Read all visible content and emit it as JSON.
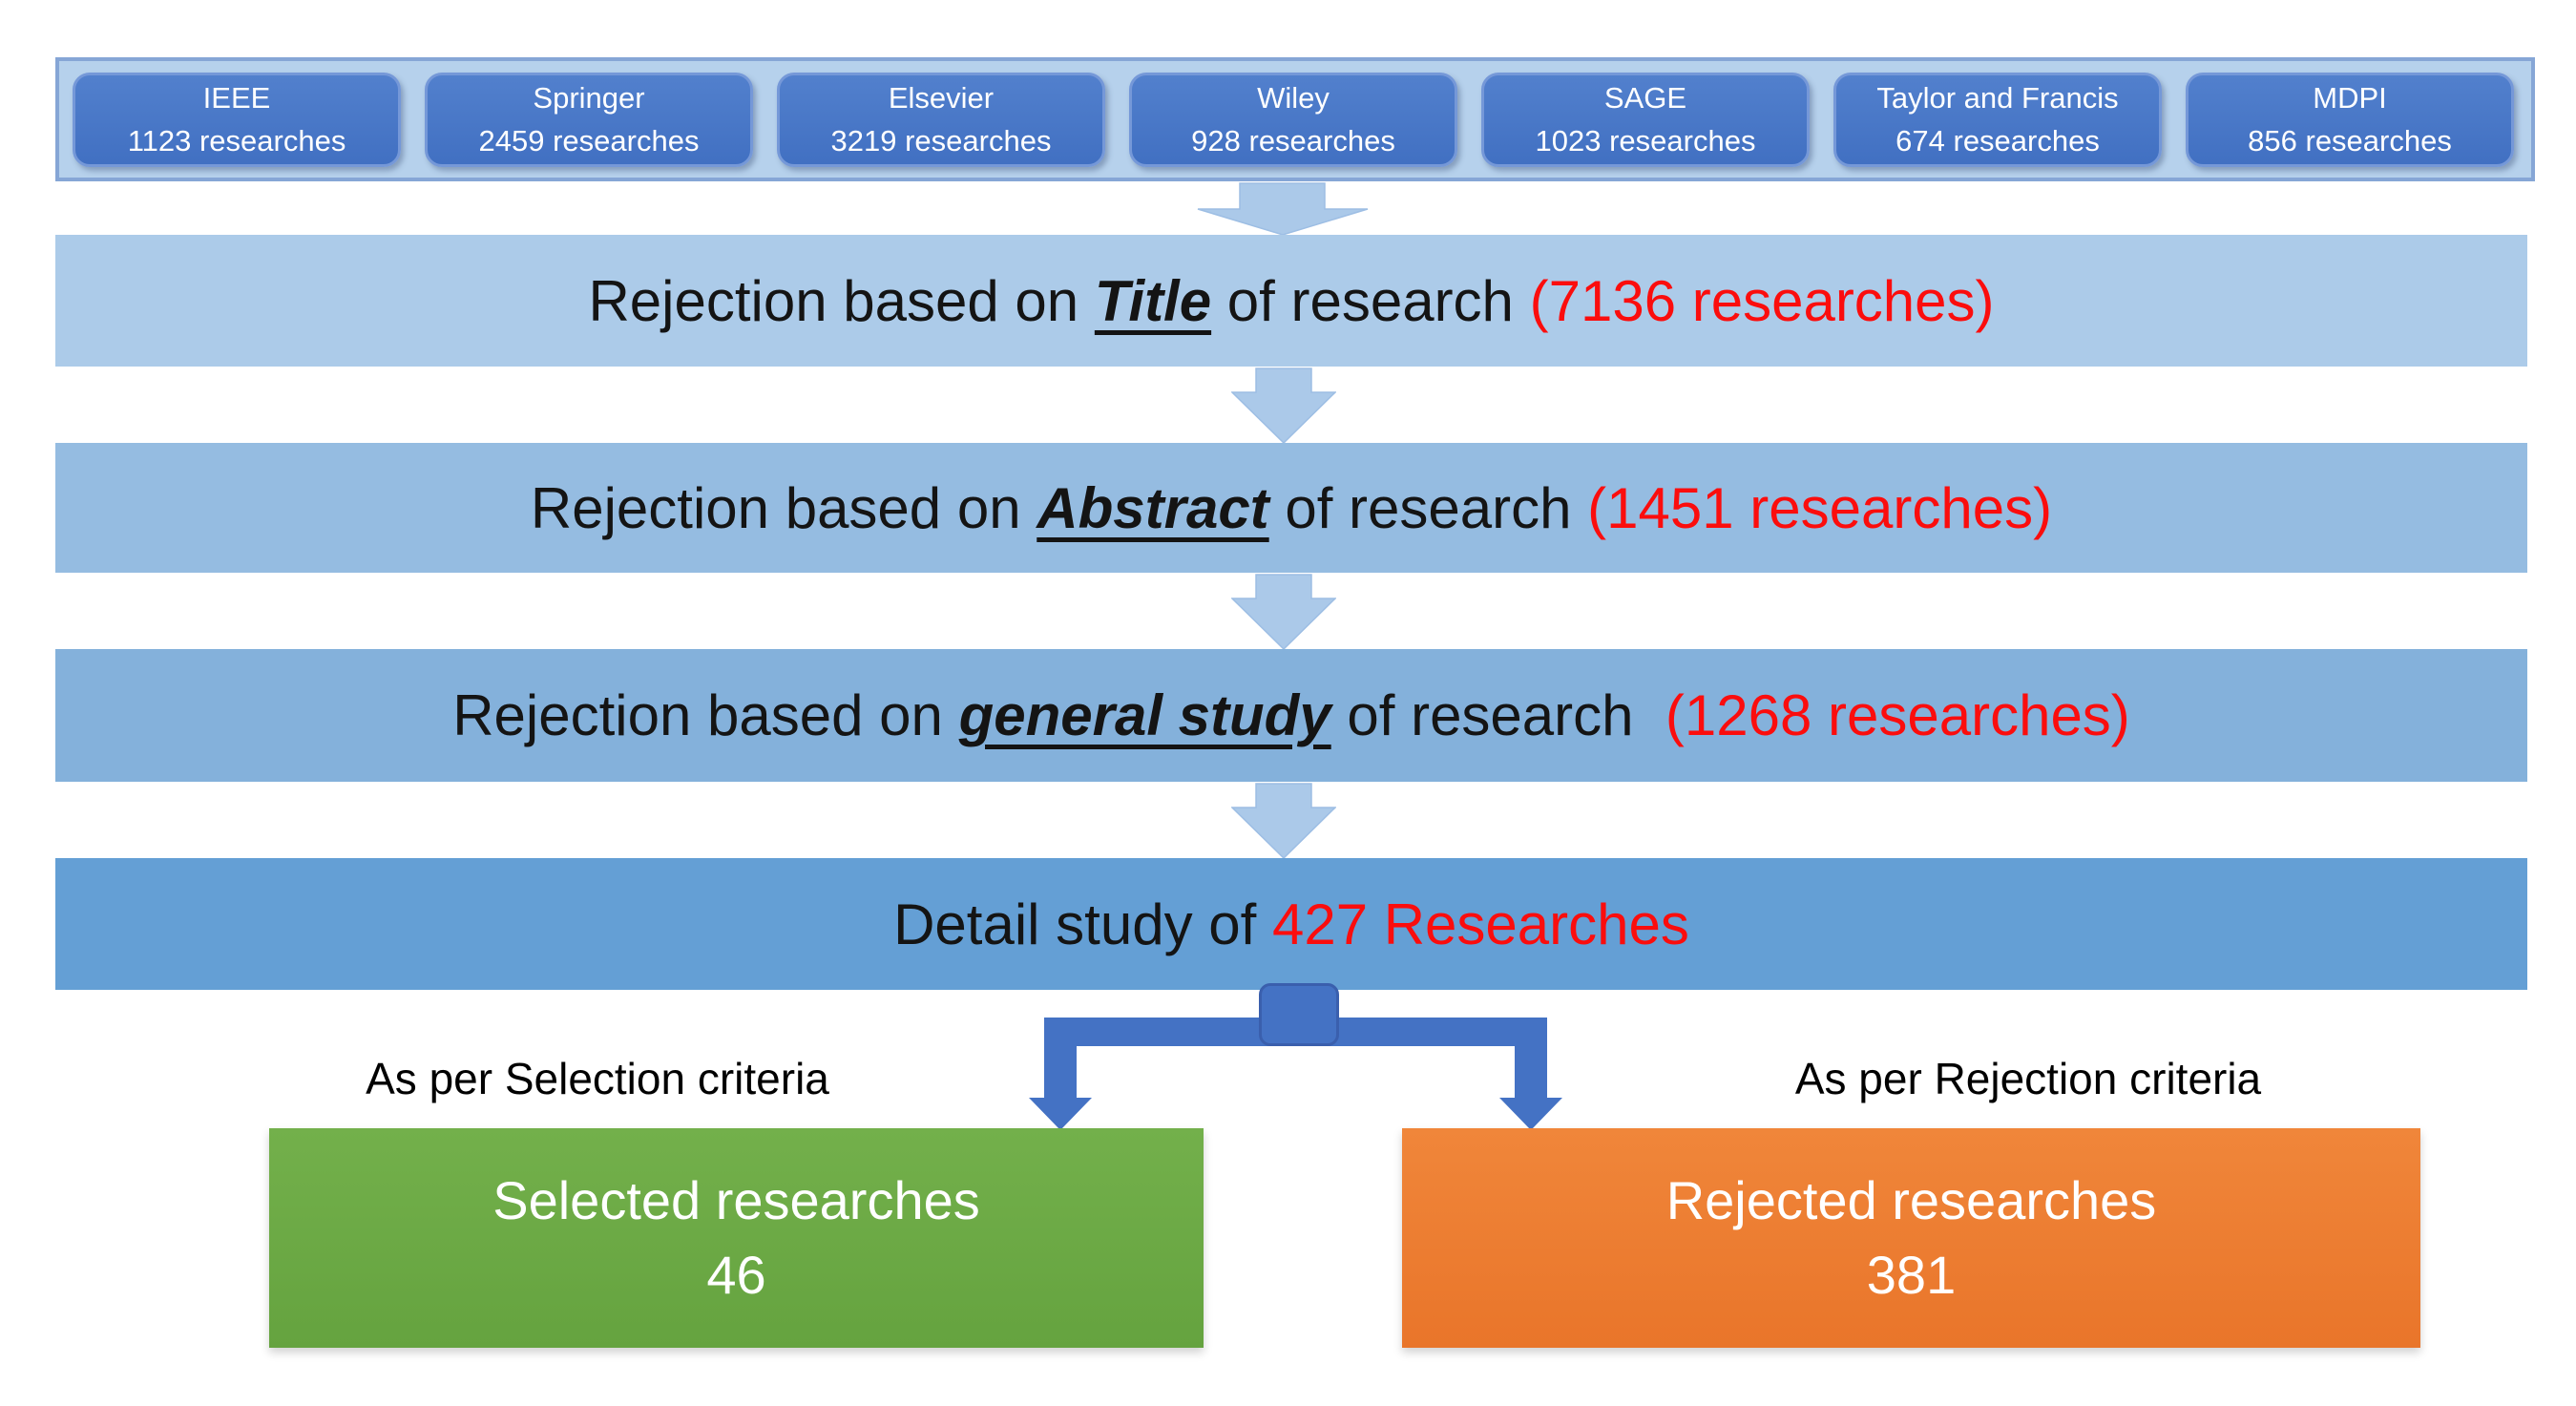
{
  "sources": [
    {
      "name": "IEEE",
      "count": "1123 researches"
    },
    {
      "name": "Springer",
      "count": "2459 researches"
    },
    {
      "name": "Elsevier",
      "count": "3219 researches"
    },
    {
      "name": "Wiley",
      "count": "928 researches"
    },
    {
      "name": "SAGE",
      "count": "1023 researches"
    },
    {
      "name": "Taylor and Francis",
      "count": "674 researches"
    },
    {
      "name": "MDPI",
      "count": "856 researches"
    }
  ],
  "stages": [
    {
      "prefix": "Rejection based on ",
      "emphasis": "Title",
      "middle": " of research ",
      "count": "(7136 researches)"
    },
    {
      "prefix": "Rejection based on ",
      "emphasis": "Abstract",
      "middle": " of research ",
      "count": "(1451 researches)"
    },
    {
      "prefix": "Rejection based on ",
      "emphasis": "general study",
      "middle": " of research  ",
      "count": "(1268 researches)"
    },
    {
      "prefix": "Detail study of ",
      "emphasis": null,
      "middle": null,
      "count": "427 Researches"
    }
  ],
  "branches": {
    "left": {
      "label": "As per Selection criteria",
      "title": "Selected researches",
      "value": "46"
    },
    "right": {
      "label": "As per Rejection criteria",
      "title": "Rejected researches",
      "value": "381"
    }
  },
  "colors": {
    "source_box_blue": "#4472C4",
    "banner_light_blue": "#B6D1EC",
    "stage_blues": [
      "#ACCBE9",
      "#95BCE1",
      "#84B1DB",
      "#649FD5"
    ],
    "connector_blue": "#4472C4",
    "highlight_red": "#FB0D0D",
    "selected_green": "#6CAB47",
    "rejected_orange": "#ED7D31"
  }
}
